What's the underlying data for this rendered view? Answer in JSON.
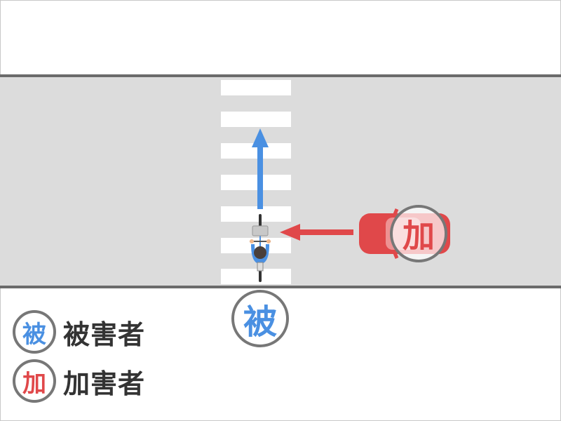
{
  "diagram": {
    "type": "traffic-accident-diagram",
    "scene": "crosswalk-collision",
    "colors": {
      "road": "#dcdcdc",
      "road_edge": "#6b6b6b",
      "crosswalk": "#ffffff",
      "victim": "#4a90e2",
      "perpetrator": "#e0484a",
      "marker_ring": "#777777"
    },
    "victim": {
      "vehicle": "bicycle",
      "marker_char": "被",
      "direction": "up"
    },
    "perpetrator": {
      "vehicle": "car",
      "marker_char": "加",
      "direction": "left"
    }
  },
  "legend": {
    "items": [
      {
        "marker_char": "被",
        "label": "被害者",
        "color": "#4a90e2"
      },
      {
        "marker_char": "加",
        "label": "加害者",
        "color": "#e0484a"
      }
    ]
  }
}
